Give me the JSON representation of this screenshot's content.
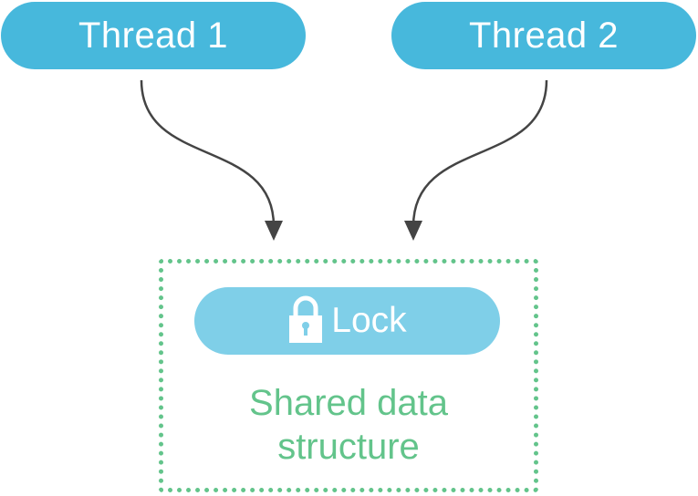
{
  "diagram": {
    "thread1": {
      "label": "Thread 1"
    },
    "thread2": {
      "label": "Thread 2"
    },
    "lock": {
      "label": "Lock",
      "icon": "padlock-icon"
    },
    "shared": {
      "line1": "Shared data",
      "line2": "structure"
    },
    "colors": {
      "thread_pill": "#47b8dc",
      "lock_pill": "#7fcfe8",
      "shared_border": "#63c48b",
      "shared_text": "#63c48b",
      "arrow": "#444444"
    }
  }
}
